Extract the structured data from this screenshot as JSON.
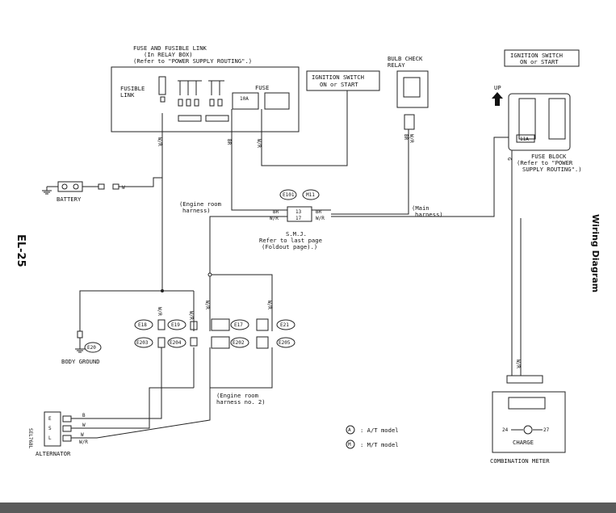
{
  "page": {
    "side_code": "EL-25",
    "side_title": "Wiring Diagram"
  },
  "fuse_box": {
    "title": "FUSE AND FUSIBLE LINK",
    "subtitle": "(In RELAY BOX)",
    "ref": "(Refer to \"POWER SUPPLY ROUTING\".)",
    "fusible_1": "FUSIBLE",
    "fusible_2": "LINK",
    "fuse": "FUSE",
    "fuse_rating": "10A"
  },
  "ign_switch_1": {
    "line1": "IGNITION SWITCH",
    "line2": "ON or START"
  },
  "relay": {
    "line1": "BULB CHECK",
    "line2": "RELAY"
  },
  "ign_switch_2": {
    "line1": "IGNITION SWITCH",
    "line2": "ON or START"
  },
  "up_label": "UP",
  "fuse_block": {
    "rating": "11A",
    "title": "FUSE BLOCK",
    "ref1": "(Refer to \"POWER",
    "ref2": "SUPPLY ROUTING\".)"
  },
  "battery": {
    "label": "BATTERY"
  },
  "smj": {
    "title": "S.M.J.",
    "ref1": "Refer to last page",
    "ref2": "(Foldout page).)",
    "pin_top": "13",
    "pin_bottom": "17"
  },
  "harness": {
    "engine_room_1": "(Engine room",
    "engine_room_2": "harness)",
    "main_1": "(Main",
    "main_2": "harness)",
    "engine_room_no2_1": "(Engine room",
    "engine_room_no2_2": "harness no. 2)"
  },
  "wires": {
    "br": "BR",
    "wr": "W/R",
    "w": "W",
    "b": "B",
    "g": "G"
  },
  "connectors": [
    "E101",
    "M11",
    "E18",
    "E19",
    "E17",
    "E21",
    "E203",
    "E204",
    "E202",
    "E205",
    "E20"
  ],
  "body_ground": "BODY GROUND",
  "alternator": {
    "label": "ALTERNATOR",
    "code": "SEL768L",
    "terminals": [
      "E",
      "S",
      "L"
    ]
  },
  "legend": [
    {
      "symbol": "A",
      "text": ": A/T model"
    },
    {
      "symbol": "M",
      "text": ": M/T model"
    }
  ],
  "meter": {
    "left_pin": "24",
    "right_pin": "27",
    "charge": "CHARGE",
    "label": "COMBINATION METER"
  }
}
